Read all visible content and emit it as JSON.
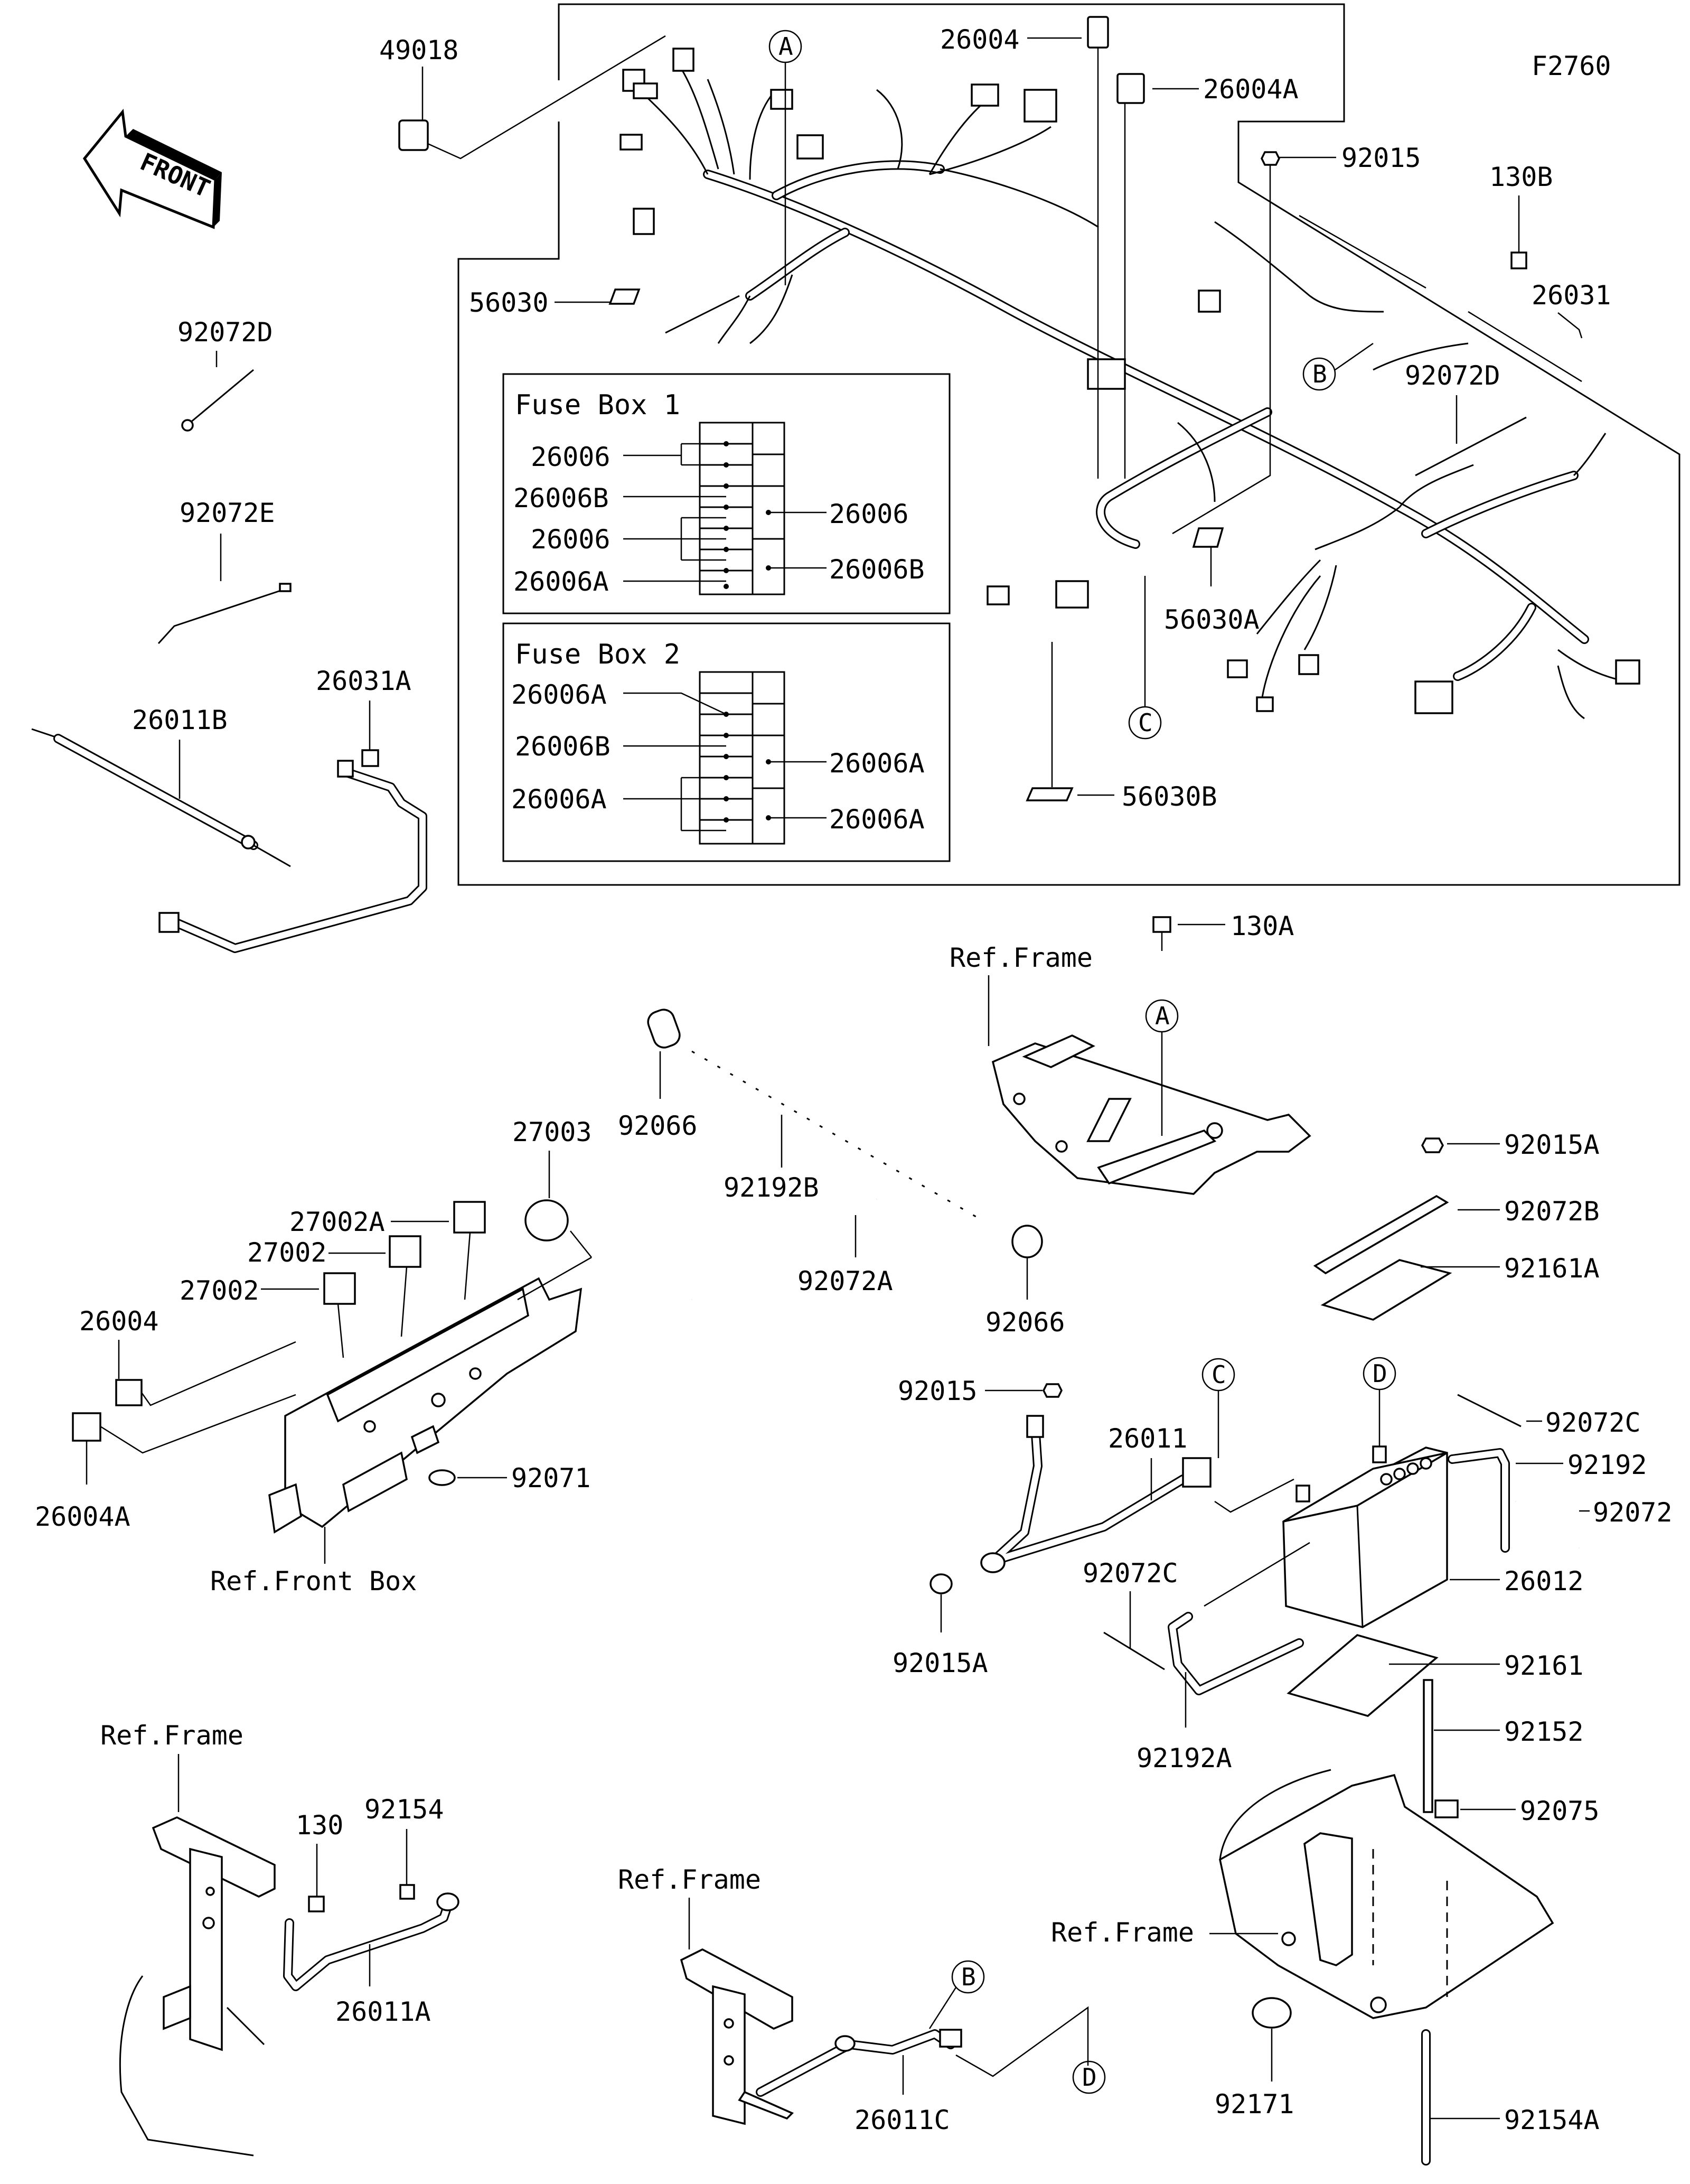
{
  "figure_id": "F2760",
  "front_label": "FRONT",
  "fuse_box_1": {
    "title": "Fuse Box 1",
    "labels_left": [
      "26006",
      "26006B",
      "26006",
      "26006A"
    ],
    "labels_right": [
      "26006",
      "26006B"
    ]
  },
  "fuse_box_2": {
    "title": "Fuse Box 2",
    "labels_left": [
      "26006A",
      "26006B",
      "26006A"
    ],
    "labels_right": [
      "26006A",
      "26006A"
    ]
  },
  "callouts": {
    "A": "A",
    "B": "B",
    "C": "C",
    "D": "D"
  },
  "parts": {
    "p49018": "49018",
    "p26004_top": "26004",
    "p26004A_top": "26004A",
    "p92015_top": "92015",
    "p130B": "130B",
    "p26031": "26031",
    "p92072D_right": "92072D",
    "p56030": "56030",
    "p56030A": "56030A",
    "p56030B": "56030B",
    "p92072D_left": "92072D",
    "p92072E": "92072E",
    "p26031A": "26031A",
    "p26011B": "26011B",
    "p130A": "130A",
    "p92066_top": "92066",
    "p92192B": "92192B",
    "p92072A": "92072A",
    "p92066_bot": "92066",
    "p27003": "27003",
    "p27002A": "27002A",
    "p27002_a": "27002",
    "p27002_b": "27002",
    "p26004_mid": "26004",
    "p26004A_mid": "26004A",
    "p92071": "92071",
    "p92015A_r": "92015A",
    "p92072B": "92072B",
    "p92161A": "92161A",
    "p92072C_r": "92072C",
    "p92192": "92192",
    "p92072": "92072",
    "p26012": "26012",
    "p92161": "92161",
    "p92152": "92152",
    "p92075": "92075",
    "p92154A": "92154A",
    "p92171": "92171",
    "p92015_mid": "92015",
    "p26011": "26011",
    "p92072C_m": "92072C",
    "p92015A_m": "92015A",
    "p92192A": "92192A",
    "p130": "130",
    "p92154": "92154",
    "p26011A": "26011A",
    "p26011C": "26011C"
  },
  "ref": {
    "frame_top": "Ref.Frame",
    "front_box": "Ref.Front Box",
    "frame_bl": "Ref.Frame",
    "frame_bm": "Ref.Frame",
    "frame_br": "Ref.Frame"
  }
}
